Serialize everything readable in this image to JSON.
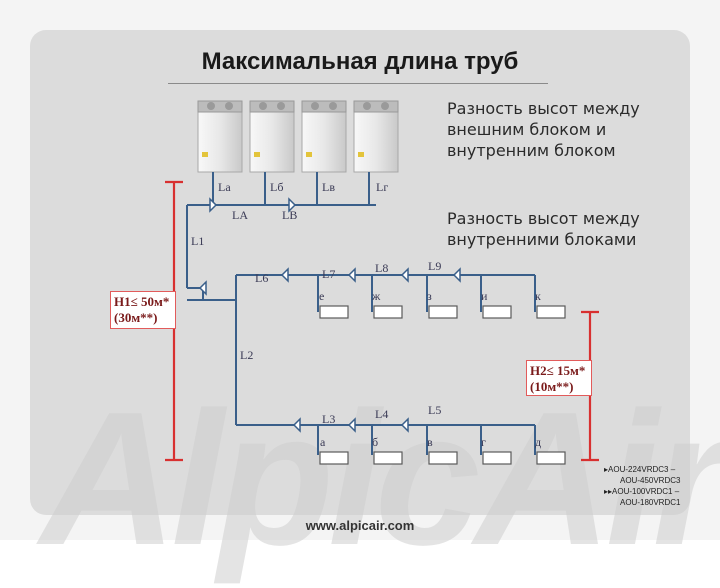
{
  "title": "Максимальная длина труб",
  "descriptions": {
    "outdoor_indoor": "Разность высот между внешним блоком и внутренним блоком",
    "indoor_indoor": "Разность высот между внутренними блоками"
  },
  "h1": {
    "line1": "H1≤ 50м*",
    "line2": "(30м**)"
  },
  "h2": {
    "line1": "H2≤ 15м*",
    "line2": "(10м**)"
  },
  "outdoor_pipe_labels": [
    "La",
    "Lб",
    "Lв",
    "Lг"
  ],
  "joint_labels": {
    "la": "LA",
    "lb": "LB",
    "l1": "L1",
    "l2": "L2"
  },
  "upper_branch": {
    "segment_labels": [
      "L6",
      "L7",
      "L8",
      "L9"
    ],
    "unit_labels": [
      "е",
      "ж",
      "з",
      "и",
      "к"
    ]
  },
  "lower_branch": {
    "segment_labels": [
      "L3",
      "L4",
      "L5"
    ],
    "unit_labels": [
      "а",
      "б",
      "в",
      "г",
      "д"
    ]
  },
  "models": [
    "AOU-224VRDC3 –",
    "AOU-450VRDC3",
    "AOU-100VRDC1 –",
    "AOU-180VRDC1"
  ],
  "footer": "www.alpicair.com",
  "watermark": "AlpicAir",
  "colors": {
    "pipe": "#3a5f8a",
    "height_marker": "#d83030"
  }
}
